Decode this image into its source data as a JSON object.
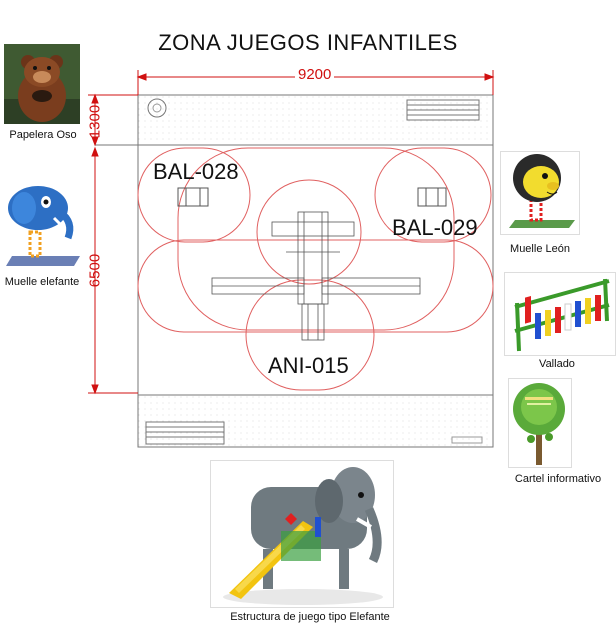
{
  "title": "ZONA JUEGOS INFANTILES",
  "dimensions": {
    "width": "9200",
    "top_band": "1300",
    "main_area": "6500"
  },
  "zones": {
    "bal028": "BAL-028",
    "bal029": "BAL-029",
    "ani015": "ANI-015"
  },
  "items": [
    {
      "id": "papelera",
      "caption": "Papelera Oso",
      "icon": "bear-bin-icon"
    },
    {
      "id": "muelle-elefante",
      "caption": "Muelle elefante",
      "icon": "elephant-spring-icon"
    },
    {
      "id": "muelle-leon",
      "caption": "Muelle León",
      "icon": "lion-spring-icon"
    },
    {
      "id": "vallado",
      "caption": "Vallado",
      "icon": "fence-icon"
    },
    {
      "id": "cartel",
      "caption": "Cartel informativo",
      "icon": "info-sign-icon"
    },
    {
      "id": "estructura",
      "caption": "Estructura de juego tipo Elefante",
      "icon": "elephant-structure-icon"
    }
  ],
  "colors": {
    "dimension": "#d01010",
    "zone_outline": "#e06060",
    "plan_line": "#555555"
  }
}
